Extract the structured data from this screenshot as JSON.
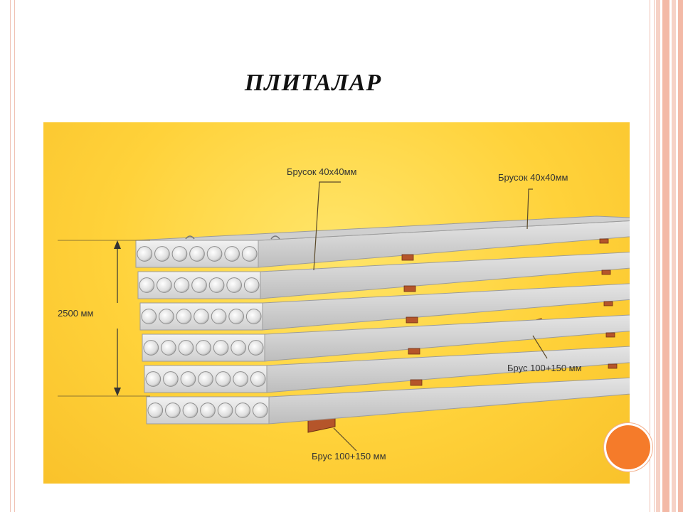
{
  "slide": {
    "title": "ПЛИТАЛАР"
  },
  "diagram": {
    "labels": {
      "bar_top_left": "Брусок 40х40мм",
      "bar_top_right": "Брусок 40х40мм",
      "height": "2500 мм",
      "beam_right": "Брус 100+150 мм",
      "beam_bottom": "Брус 100+150 мм"
    },
    "slab_count": 6,
    "hollow_cores_per_slab": 7
  },
  "colors": {
    "background_yellow": "#ffd23a",
    "slab_gray": "#d9d9d9",
    "wood": "#b5552a",
    "accent_orange": "#f57b2a",
    "frame_pink": "#f0c2b4"
  }
}
